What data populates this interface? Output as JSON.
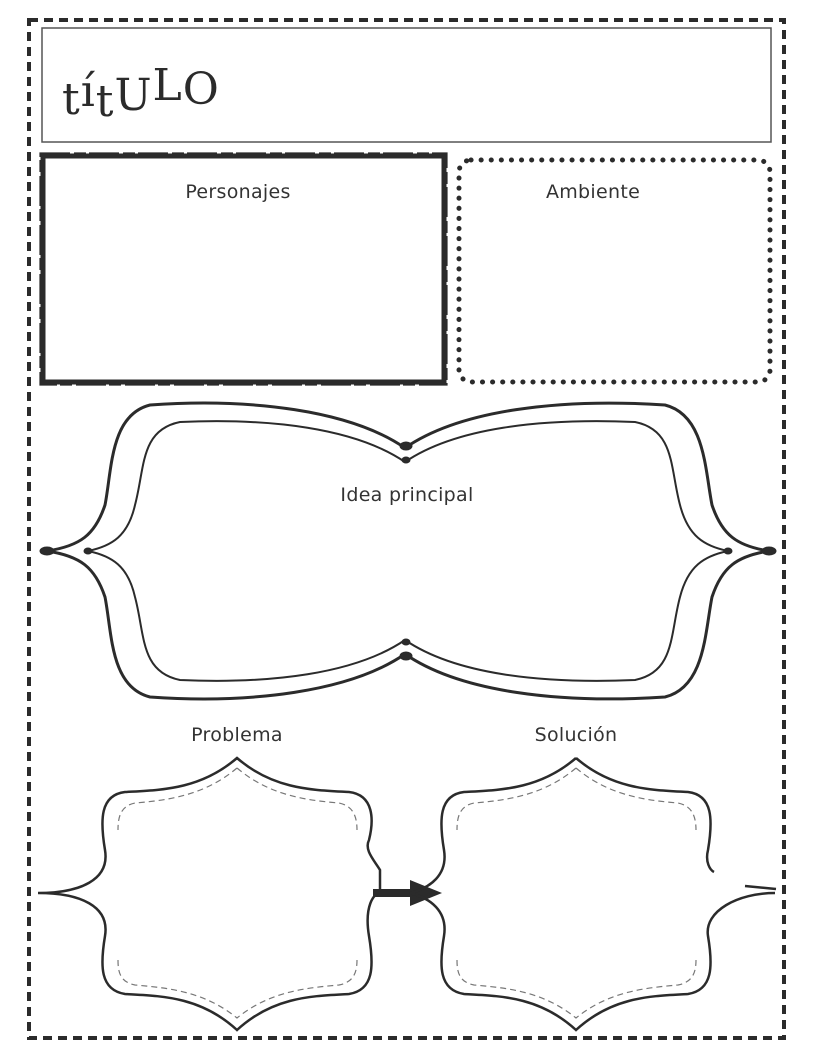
{
  "worksheet": {
    "title": "títULO",
    "sections": {
      "characters": "Personajes",
      "setting": "Ambiente",
      "main_idea": "Idea principal",
      "problem": "Problema",
      "solution": "Solución"
    }
  },
  "colors": {
    "ink": "#2b2b2b",
    "paper": "#ffffff"
  },
  "icons": [
    "right-arrow-icon"
  ]
}
